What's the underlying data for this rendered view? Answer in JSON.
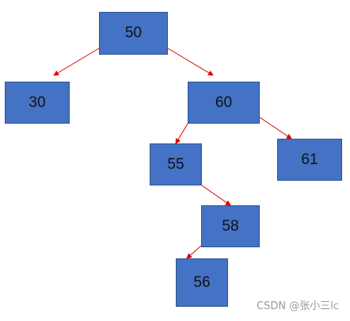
{
  "colors": {
    "node_fill": "#4472c4",
    "node_border": "#2f528f",
    "edge": "#e00000",
    "text": "#111111"
  },
  "tree": {
    "nodes": [
      {
        "id": "n50",
        "label": "50"
      },
      {
        "id": "n30",
        "label": "30"
      },
      {
        "id": "n60",
        "label": "60"
      },
      {
        "id": "n55",
        "label": "55"
      },
      {
        "id": "n61",
        "label": "61"
      },
      {
        "id": "n58",
        "label": "58"
      },
      {
        "id": "n56",
        "label": "56"
      }
    ],
    "edges": [
      {
        "from": "n50",
        "to": "n30"
      },
      {
        "from": "n50",
        "to": "n60"
      },
      {
        "from": "n60",
        "to": "n55"
      },
      {
        "from": "n60",
        "to": "n61"
      },
      {
        "from": "n55",
        "to": "n58"
      },
      {
        "from": "n58",
        "to": "n56"
      }
    ]
  },
  "watermark": "CSDN @张小三lc"
}
